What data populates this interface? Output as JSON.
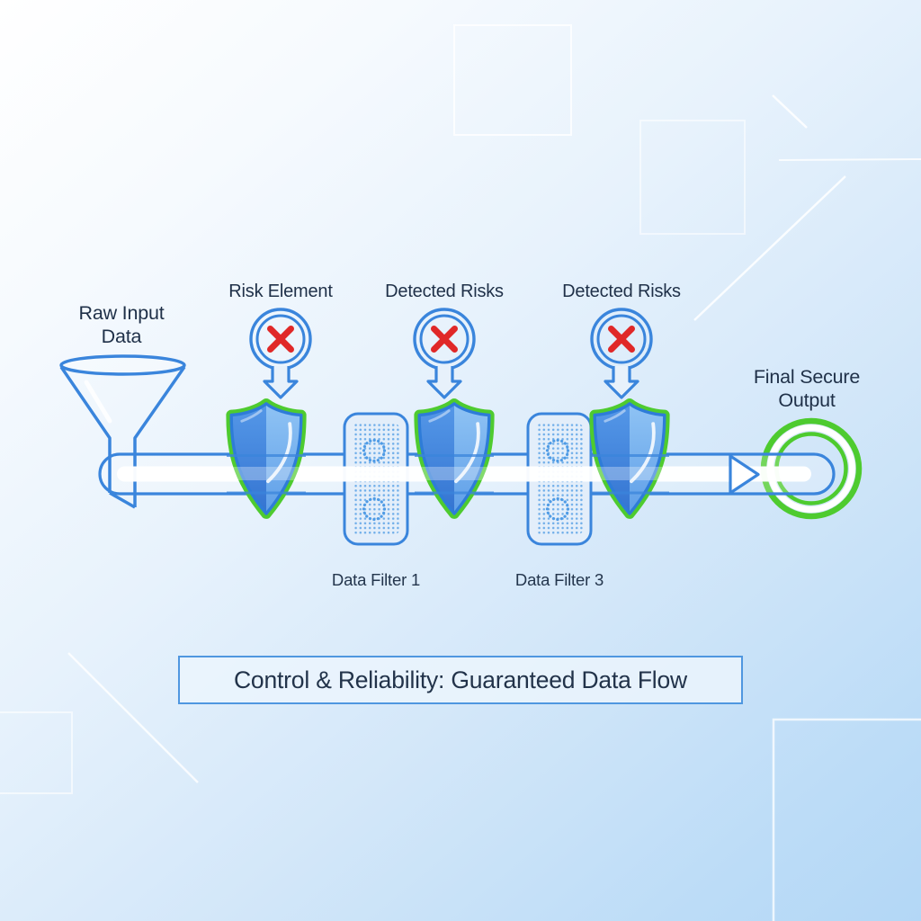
{
  "diagram": {
    "source": {
      "label_lines": [
        "Raw Input",
        "Data"
      ],
      "icon": "funnel-icon"
    },
    "callouts": [
      {
        "label": "Risk Element",
        "icon": "circle-x-arrow-icon"
      },
      {
        "label": "Detected Risks",
        "icon": "circle-x-arrow-icon"
      },
      {
        "label": "Detected Risks",
        "icon": "circle-x-arrow-icon"
      }
    ],
    "filters": [
      {
        "label": "Data Filter 1"
      },
      {
        "label": "Data Filter 3"
      }
    ],
    "output": {
      "label_lines": [
        "Final Secure",
        "Output"
      ],
      "icon": "secure-output-ring-icon"
    },
    "banner": {
      "text": "Control & Reliability: Guaranteed Data Flow"
    },
    "colors": {
      "accent_blue": "#3a85dc",
      "shield_green": "#4ecb2f",
      "risk_red": "#e02828",
      "text_dark": "#1f3048",
      "background_tint": "#bcdcf7"
    }
  }
}
